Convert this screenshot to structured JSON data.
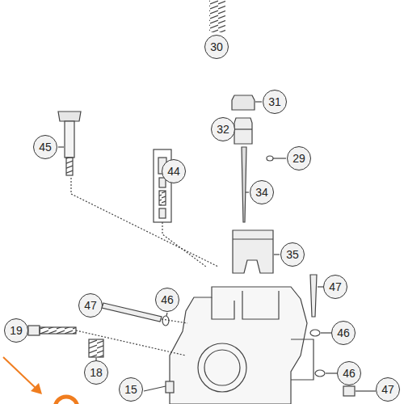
{
  "diagram": {
    "nodes": [
      {
        "text": [
          "30"
        ]
      },
      {
        "text": [
          "31"
        ]
      },
      {
        "text": [
          "32"
        ]
      },
      {
        "text": [
          "29"
        ]
      },
      {
        "text": [
          "45"
        ]
      },
      {
        "text": [
          "44"
        ]
      },
      {
        "text": [
          "34"
        ]
      },
      {
        "text": [
          "35"
        ]
      },
      {
        "text": [
          "47"
        ]
      },
      {
        "text": [
          "46"
        ]
      },
      {
        "text": [
          "47"
        ]
      },
      {
        "text": [
          "46"
        ]
      },
      {
        "text": [
          "19"
        ]
      },
      {
        "text": [
          "18"
        ]
      },
      {
        "text": [
          "46"
        ]
      },
      {
        "text": [
          "15"
        ]
      },
      {
        "text": [
          "47"
        ]
      }
    ]
  }
}
